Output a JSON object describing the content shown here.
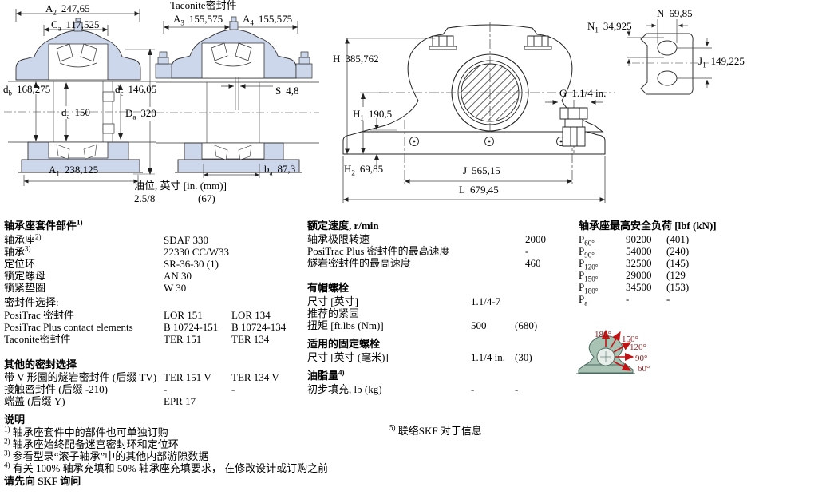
{
  "colors": {
    "housing_fill": "#cdd7ec",
    "load_housing": "#a8c2b4",
    "arrow_red": "#c11414",
    "angle_text": "#8b2222"
  },
  "drawing1": {
    "dims": {
      "A2": {
        "sym": "A",
        "sub": "2",
        "val": "247,65"
      },
      "Ca": {
        "sym": "C",
        "sub": "a",
        "val": "117,525"
      },
      "db": {
        "sym": "d",
        "sub": "b",
        "val": "168,275"
      },
      "dc": {
        "sym": "d",
        "sub": "c",
        "val": "146,05"
      },
      "da": {
        "sym": "d",
        "sub": "a",
        "val": "150"
      },
      "Da": {
        "sym": "D",
        "sub": "a",
        "val": "320"
      },
      "A1": {
        "sym": "A",
        "sub": "1",
        "val": "238,125"
      }
    }
  },
  "drawing2": {
    "title": "Taconite密封件",
    "dims": {
      "A3": {
        "sym": "A",
        "sub": "3",
        "val": "155,575"
      },
      "A4": {
        "sym": "A",
        "sub": "4",
        "val": "155,575"
      },
      "S": {
        "sym": "S",
        "sub": "",
        "val": "4,8"
      },
      "ba": {
        "sym": "b",
        "sub": "a",
        "val": "87,3"
      }
    },
    "oil": {
      "label": "油位, 英寸 [in. (mm)]",
      "inches": "2.5/8",
      "mm": "(67)"
    }
  },
  "drawing3": {
    "dims": {
      "H": {
        "sym": "H",
        "sub": "",
        "val": "385,762"
      },
      "H1": {
        "sym": "H",
        "sub": "1",
        "val": "190,5"
      },
      "H2": {
        "sym": "H",
        "sub": "2",
        "val": "69,85"
      },
      "G": {
        "sym": "G",
        "sub": "",
        "val": "1.1/4 in."
      },
      "J": {
        "sym": "J",
        "sub": "",
        "val": "565,15"
      },
      "L": {
        "sym": "L",
        "sub": "",
        "val": "679,45"
      }
    }
  },
  "drawing4": {
    "dims": {
      "N": {
        "sym": "N",
        "sub": "",
        "val": "69,85"
      },
      "N1": {
        "sym": "N",
        "sub": "1",
        "val": "34,925"
      },
      "J1": {
        "sym": "J",
        "sub": "1",
        "val": "149,225"
      }
    }
  },
  "parts": {
    "title": "轴承座套件部件",
    "title_sup": "1)",
    "rows": [
      {
        "label": "轴承座",
        "sup": "2)",
        "value": "SDAF 330"
      },
      {
        "label": "轴承",
        "sup": "3)",
        "value": "22330 CC/W33"
      },
      {
        "label": "定位环",
        "sup": "",
        "value": "SR-36-30 (1)"
      },
      {
        "label": "锁定螺母",
        "sup": "",
        "value": "AN 30"
      },
      {
        "label": "锁紧垫圈",
        "sup": "",
        "value": "W 30"
      }
    ]
  },
  "seals": {
    "title": "密封件选择:",
    "rows": [
      {
        "label": "PosiTrac 密封件",
        "v1": "LOR 151",
        "v2": "LOR 134"
      },
      {
        "label": "PosiTrac Plus contact elements",
        "v1": "B 10724-151",
        "v2": "B 10724-134"
      },
      {
        "label": "Taconite密封件",
        "v1": "TER 151",
        "v2": "TER 134"
      }
    ]
  },
  "other_seals": {
    "title": "其他的密封选择",
    "rows": [
      {
        "label": "带 V 形圈的燧岩密封件 (后缀 TV)",
        "v1": "TER 151 V",
        "v2": "TER 134 V"
      },
      {
        "label": "接触密封件 (后缀 -210)",
        "v1": "-",
        "v2": "-"
      },
      {
        "label": "端盖 (后缀 Y)",
        "v1": "EPR 17",
        "v2": ""
      }
    ]
  },
  "notes": {
    "title": "说明",
    "items": [
      {
        "sup": "1)",
        "text": "轴承座套件中的部件也可单独订购"
      },
      {
        "sup": "2)",
        "text": "轴承座始终配备迷宫密封环和定位环"
      },
      {
        "sup": "3)",
        "text": "参看型录“滚子轴承”中的其他内部游隙数据"
      },
      {
        "sup": "4)",
        "text": "有关 100% 轴承充填和 50% 轴承座充填要求， 在修改设计或订购之前"
      }
    ],
    "bold_tail": "请先向 SKF 询问"
  },
  "speeds": {
    "title": "额定速度, r/min",
    "rows": [
      {
        "label": "轴承极限转速",
        "value": "2000"
      },
      {
        "label": "PosiTrac Plus 密封件的最高速度",
        "value": "-"
      },
      {
        "label": "燧岩密封件的最高速度",
        "value": "460"
      }
    ]
  },
  "cap_bolts": {
    "title": "有帽螺栓",
    "size_label": "尺寸 [英寸]",
    "size_value": "1.1/4-7",
    "torque_label1": "推荐的紧固",
    "torque_label2": "扭矩 [ft.lbs (Nm)]",
    "torque_v1": "500",
    "torque_v2": "(680)"
  },
  "mount_bolts": {
    "title": "适用的固定螺栓",
    "size_label": "尺寸 [英寸 (毫米)]",
    "v1": "1.1/4 in.",
    "v2": "(30)"
  },
  "grease": {
    "title": "油脂量",
    "title_sup": "4)",
    "row_label": "初步填充, lb (kg)",
    "v1": "-",
    "v2": "-"
  },
  "note5": {
    "sup": "5)",
    "text": "联络SKF 对于信息"
  },
  "loads": {
    "title": "轴承座最高安全负荷 [lbf (kN)]",
    "rows": [
      {
        "sym": "P",
        "sub": "60°",
        "v1": "90200",
        "v2": "(401)"
      },
      {
        "sym": "P",
        "sub": "90°",
        "v1": "54000",
        "v2": "(240)"
      },
      {
        "sym": "P",
        "sub": "120°",
        "v1": "32500",
        "v2": "(145)"
      },
      {
        "sym": "P",
        "sub": "150°",
        "v1": "29000",
        "v2": "(129"
      },
      {
        "sym": "P",
        "sub": "180°",
        "v1": "34500",
        "v2": "(153)"
      },
      {
        "sym": "P",
        "sub": "a",
        "v1": "-",
        "v2": "-"
      }
    ]
  },
  "load_diagram": {
    "angles": [
      "180°",
      "150°",
      "120°",
      "90°",
      "60°"
    ]
  }
}
